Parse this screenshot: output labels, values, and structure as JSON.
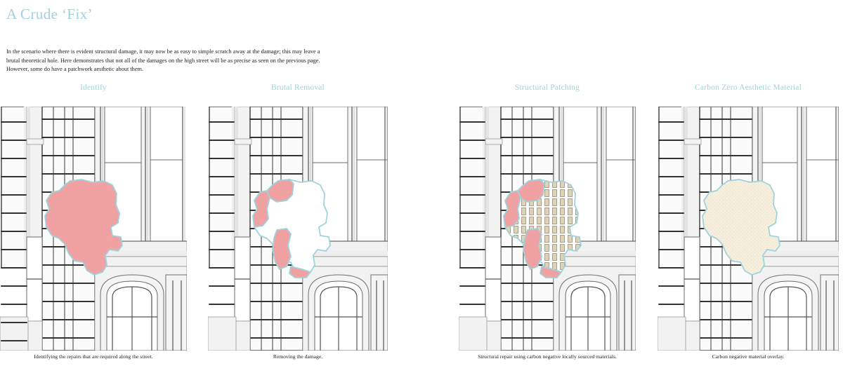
{
  "document": {
    "title": "A Crude ‘Fix’",
    "intro": "In the scenario where there is evident structural damage, it may now be as easy to simple scratch away at the damage; this may leave a brutal theoretical hole. Here demonstrates that not all of the damages on the high street will be as precise as seen on the previous page. However, some do have a patchwork aesthetic about them."
  },
  "colors": {
    "heading_accent": "#9fd2dd",
    "damage_fill": "#f0a2a2",
    "blob_outline": "#9ed3de",
    "patch_brick": "#ded3b4",
    "overlay_material": "#f6efdd",
    "body_text": "#1e1e1e",
    "page_background": "#ffffff"
  },
  "panels": [
    {
      "id": "identify",
      "heading": "Identify",
      "caption": "Identifying the repairs that are required along the street.",
      "state": "damage-highlighted"
    },
    {
      "id": "brutal-removal",
      "heading": "Brutal Removal",
      "caption": "Removing the damage.",
      "state": "material-removed"
    },
    {
      "id": "structural-patching",
      "heading": "Structural Patching",
      "caption": "Structural repair using carbon negative locally sourced materials.",
      "state": "brick-infill"
    },
    {
      "id": "carbon-zero-aesthetic-material",
      "heading": "Carbon Zero Aesthetic Material",
      "caption": "Carbon negative material overlay.",
      "state": "textured-overlay"
    }
  ]
}
